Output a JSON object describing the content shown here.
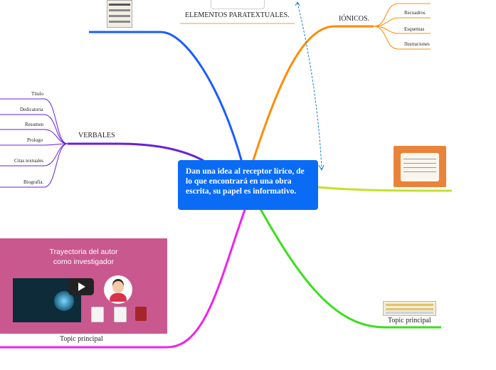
{
  "center_topic": "Dan una idea al receptor lírico, de lo que encontrará en una obra escrita, su papel es informativo.",
  "branches": {
    "paratextuales": {
      "label": "ELEMENTOS PARATEXTUALES.",
      "color": "#1a5cff"
    },
    "ionicos": {
      "label": "IÓNICOS.",
      "color": "#ff8c00",
      "items": [
        "Recuadros",
        "Esquemas",
        "Ilustraciones"
      ]
    },
    "verbales": {
      "label": "VERBALES",
      "color": "#6a1fd8",
      "items": [
        "Título",
        "Dedicatoria",
        "Resumen",
        "Prologo",
        "Citas textuales",
        "Biografía."
      ]
    },
    "image_branch": {
      "color": "#c6e02a"
    },
    "topic_right": {
      "label": "Topic principal",
      "color": "#39e019"
    },
    "topic_left": {
      "label": "Topic principal",
      "color": "#ee22ee",
      "video_title_line1": "Trayectoria del autor",
      "video_title_line2": "como investigador"
    }
  },
  "connector_color": "#1a7fc9"
}
